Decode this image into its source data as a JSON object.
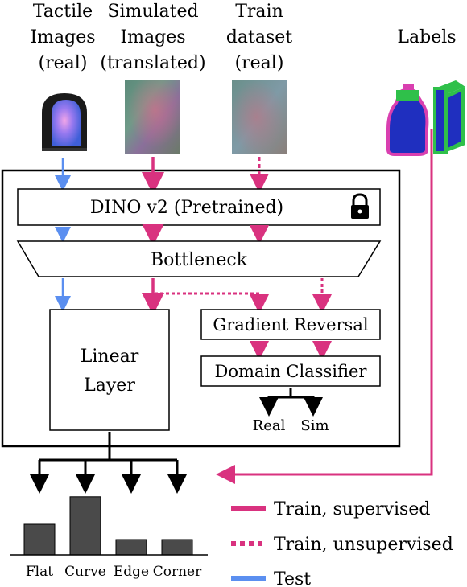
{
  "inputs": {
    "tactile": [
      "Tactile",
      "Images",
      "(real)"
    ],
    "simulated": [
      "Simulated",
      "Images",
      "(translated)"
    ],
    "train": [
      "Train",
      "dataset",
      "(real)"
    ],
    "labels": "Labels"
  },
  "model": {
    "dino": "DINO v2 (Pretrained)",
    "bottleneck": "Bottleneck",
    "linear": [
      "Linear",
      "Layer"
    ],
    "gradient_reversal": "Gradient Reversal",
    "domain_classifier": "Domain Classifier",
    "real": "Real",
    "sim": "Sim"
  },
  "outputs": {
    "categories": [
      "Flat",
      "Curve",
      "Edge",
      "Corner"
    ],
    "values": [
      2,
      3.8,
      1,
      1
    ]
  },
  "legend": {
    "supervised": "Train, supervised",
    "unsupervised": "Train, unsupervised",
    "test": "Test"
  },
  "colors": {
    "pink": "#d9327f",
    "blue": "#5b8ff0",
    "bar": "#4a4a4a",
    "black": "#000000"
  },
  "icons": [
    "lock-icon",
    "tactile-sensor-icon",
    "bottle-label-icon",
    "box-label-icon"
  ]
}
